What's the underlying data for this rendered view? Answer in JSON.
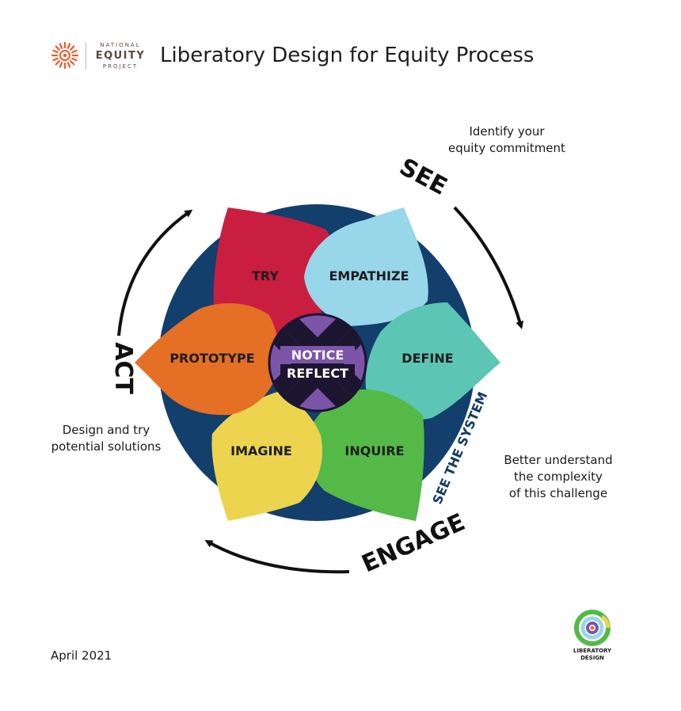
{
  "header": {
    "logo": {
      "line1": "NATIONAL",
      "line2": "EQUITY",
      "line3": "PROJECT"
    },
    "title": "Liberatory Design for Equity Process"
  },
  "diagram": {
    "center": {
      "line1": "NOTICE",
      "line2": "REFLECT"
    },
    "petals": {
      "try": "TRY",
      "empathize": "EMPATHIZE",
      "define": "DEFINE",
      "inquire": "INQUIRE",
      "imagine": "IMAGINE",
      "prototype": "PROTOTYPE"
    },
    "stages": {
      "see": "SEE",
      "act": "ACT",
      "engage": "ENGAGE",
      "see_system": "SEE THE SYSTEM"
    },
    "notes": {
      "see_line1": "Identify your",
      "see_line2": "equity commitment",
      "act_line1": "Design and try",
      "act_line2": "potential solutions",
      "engage_line1": "Better understand",
      "engage_line2": "the complexity",
      "engage_line3": "of this challenge"
    },
    "colors": {
      "ring": "#123f6b",
      "try": "#c91e3f",
      "empathize": "#98d6ea",
      "define": "#5cc5b4",
      "inquire": "#55b947",
      "imagine": "#ecd44f",
      "prototype": "#e46f25",
      "center": "#7b55a8"
    }
  },
  "footer": {
    "date": "April 2021",
    "badge_line1": "LIBERATORY",
    "badge_line2": "DESIGN"
  }
}
